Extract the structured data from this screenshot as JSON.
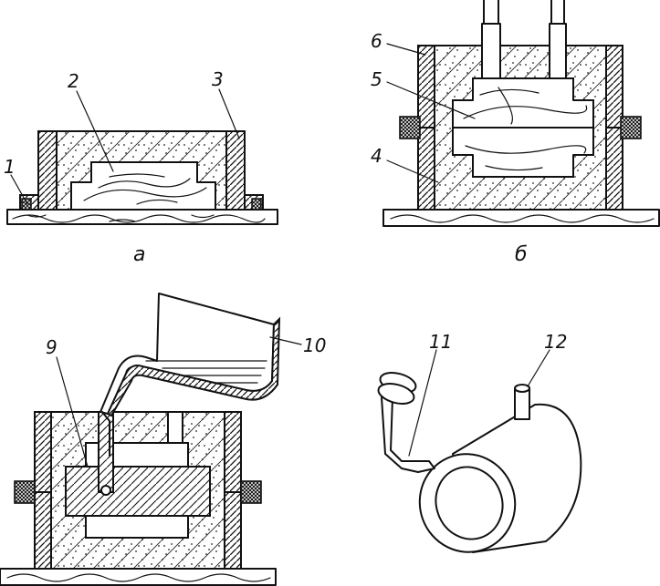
{
  "figure": {
    "labels": {
      "n1": "1",
      "n2": "2",
      "n3": "3",
      "n4": "4",
      "n5": "5",
      "n6": "6",
      "n9": "9",
      "n10": "10",
      "n11": "11",
      "n12": "12"
    },
    "captions": {
      "a": "а",
      "b": "б"
    }
  }
}
